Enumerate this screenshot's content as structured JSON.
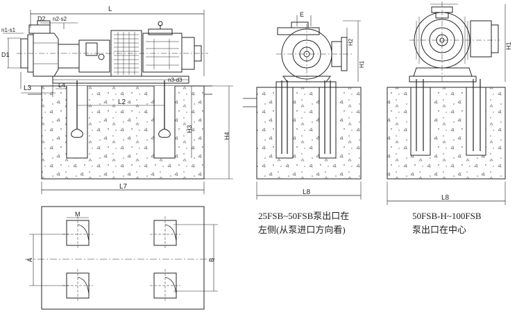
{
  "labels": {
    "L": "L",
    "D2": "D2",
    "n2s2": "n2-s2",
    "n1s1": "n1-s1",
    "D1": "D1",
    "L3": "L3",
    "L4": "L4",
    "L2": "L2",
    "n3d3": "n3-d3",
    "H3": "H3",
    "H4": "H4",
    "L7": "L7",
    "E": "E",
    "H2": "H2",
    "H1": "H1",
    "L8a": "L8",
    "L8b": "L8",
    "M": "M",
    "A": "A",
    "B": "B"
  },
  "captions": {
    "left_line1": "25FSB~50FSB泵出口在",
    "left_line2": "左侧(从泵进口方向看)",
    "right_line1": "50FSB-H~100FSB",
    "right_line2": "泵出口在中心"
  }
}
